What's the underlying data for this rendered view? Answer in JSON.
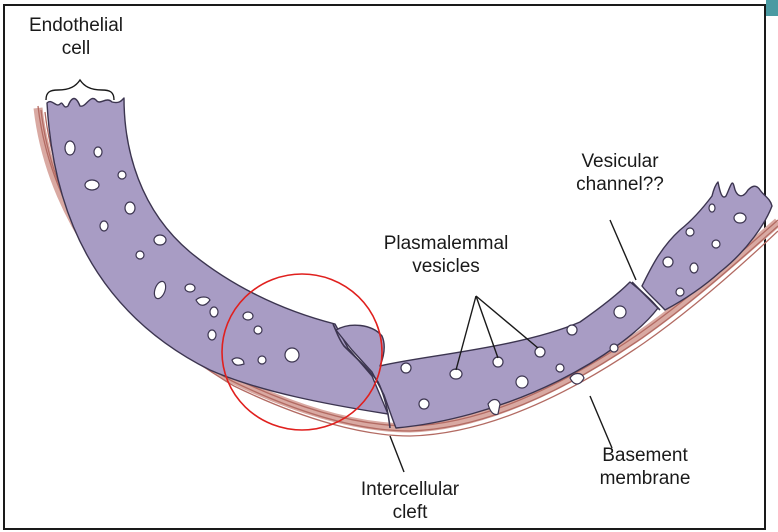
{
  "labels": {
    "endothelial_cell_line1": "Endothelial",
    "endothelial_cell_line2": "cell",
    "vesicular_channel_line1": "Vesicular",
    "vesicular_channel_line2": "channel??",
    "plasmalemmal_vesicles_line1": "Plasmalemmal",
    "plasmalemmal_vesicles_line2": "vesicles",
    "basement_membrane_line1": "Basement",
    "basement_membrane_line2": "membrane",
    "intercellular_cleft_line1": "Intercellular",
    "intercellular_cleft_line2": "cleft"
  },
  "colors": {
    "cytoplasm": "#a89cc4",
    "cell_outline": "#3c3550",
    "basement_membrane": "#d9a9a2",
    "basement_line": "#b36b63",
    "highlight_circle": "#e0201e",
    "frame": "#1a1a1a",
    "corner_tab": "#4a9aa2"
  }
}
